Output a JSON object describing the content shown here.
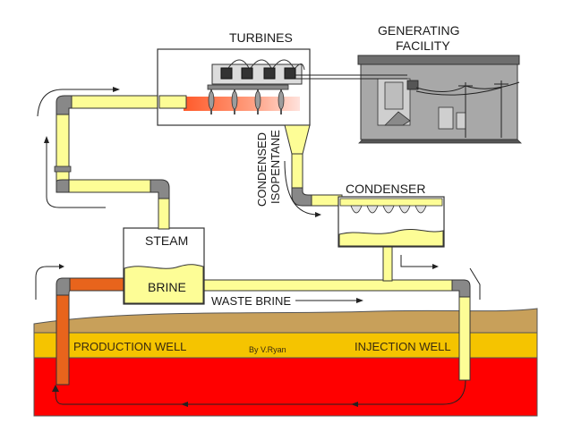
{
  "labels": {
    "turbines": "TURBINES",
    "generating_line1": "GENERATING",
    "generating_line2": "FACILITY",
    "condensed_line1": "CONDENSED",
    "condensed_line2": "ISOPENTANE",
    "condenser": "CONDENSER",
    "steam": "STEAM",
    "brine": "BRINE",
    "waste_brine": "WASTE BRINE",
    "production_well": "PRODUCTION WELL",
    "injection_well": "INJECTION WELL",
    "credit": "By V.Ryan"
  },
  "colors": {
    "pipe_yellow": "#fdfd96",
    "pipe_orange": "#e8641c",
    "hot_rock": "#ff0000",
    "soil": "#c8a05a",
    "gold_layer": "#f5c400",
    "building": "#a8a8a8"
  }
}
